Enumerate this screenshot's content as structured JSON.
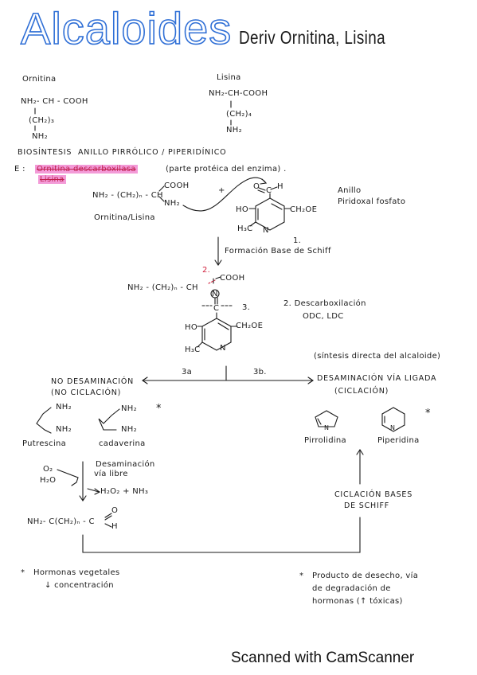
{
  "title": {
    "main": "Alcaloides",
    "sub": "Deriv   Ornitina, Lisina"
  },
  "ornitina": {
    "label": "Ornitina",
    "line1": "NH₂- CH - COOH",
    "line2": "(CH₂)₃",
    "line3": "NH₂"
  },
  "lisina": {
    "label": "Lisina",
    "line1": "NH₂-CH-COOH",
    "line2": "(CH₂)₄",
    "line3": "NH₂"
  },
  "biosintesis": {
    "label": "BIOSÍNTESIS",
    "rings": "ANILLO PIRRÓLICO / PIPERIDÍNICO"
  },
  "enzymes": {
    "prefix": "E :",
    "ornitina": "Ornitina descarboxilasa",
    "note": "(parte protéica del enzima) .",
    "lisina": "Lisina"
  },
  "reaction": {
    "cooh": "COOH",
    "chain": "NH₂ - (CH₂)ₙ - CH",
    "nh2": "NH₂",
    "plus": "+",
    "substrate": "Ornitina/Lisina",
    "plp_o": "O",
    "plp_c": "C",
    "plp_h": "H",
    "plp_ho": "HO",
    "plp_ch2oe": "CH₂OE",
    "plp_h3c": "H₃C",
    "plp_n": "N",
    "anillo": "Anillo",
    "plp_name": "Piridoxal fosfato"
  },
  "step1": {
    "num": "1.",
    "label": "Formación Base de Schiff"
  },
  "schiff": {
    "chain": "NH₂ - (CH₂)ₙ - CH",
    "cooh": "COOH",
    "num2": "2.",
    "n": "N",
    "c": "C",
    "num3": "3.",
    "ho": "HO",
    "ch2oe": "CH₂OE",
    "h3c": "H₃C",
    "ring_n": "N"
  },
  "step2": {
    "label": "2. Descarboxilación",
    "enzymes": "ODC, LDC"
  },
  "branch": {
    "direct_note": "(síntesis directa del alcaloide)",
    "left_num": "3a",
    "right_num": "3b.",
    "left_title": "NO DESAMINACIÓN",
    "left_sub": "(NO CICLACIÓN)",
    "right_title": "DESAMINACIÓN VÍA LIGADA",
    "right_sub": "(CICLACIÓN)"
  },
  "products": {
    "nh2": "NH₂",
    "putrescina": "Putrescina",
    "cadaverina": "cadaverina",
    "star": "*",
    "pirrolidina": "Pirrolidina",
    "piperidina": "Piperidina",
    "n": "N"
  },
  "deamination": {
    "o2": "O₂",
    "h2o": "H₂O",
    "label1": "Desaminación",
    "label2": "vía libre",
    "products": "H₂O₂ + NH₃",
    "aldehyde": "NH₂- C(CH₂)ₙ - C",
    "ald_o": "O",
    "ald_h": "H"
  },
  "ciclacion": {
    "line1": "CICLACIÓN BASES",
    "line2": "DE SCHIFF"
  },
  "notes": {
    "left1": "Hormonas vegetales",
    "left2": "↓ concentración",
    "right1": "Producto de desecho, vía",
    "right2": "de degradación de",
    "right3": "hormonas (↑ tóxicas)",
    "bullet": "*"
  },
  "footer": "Scanned with CamScanner"
}
